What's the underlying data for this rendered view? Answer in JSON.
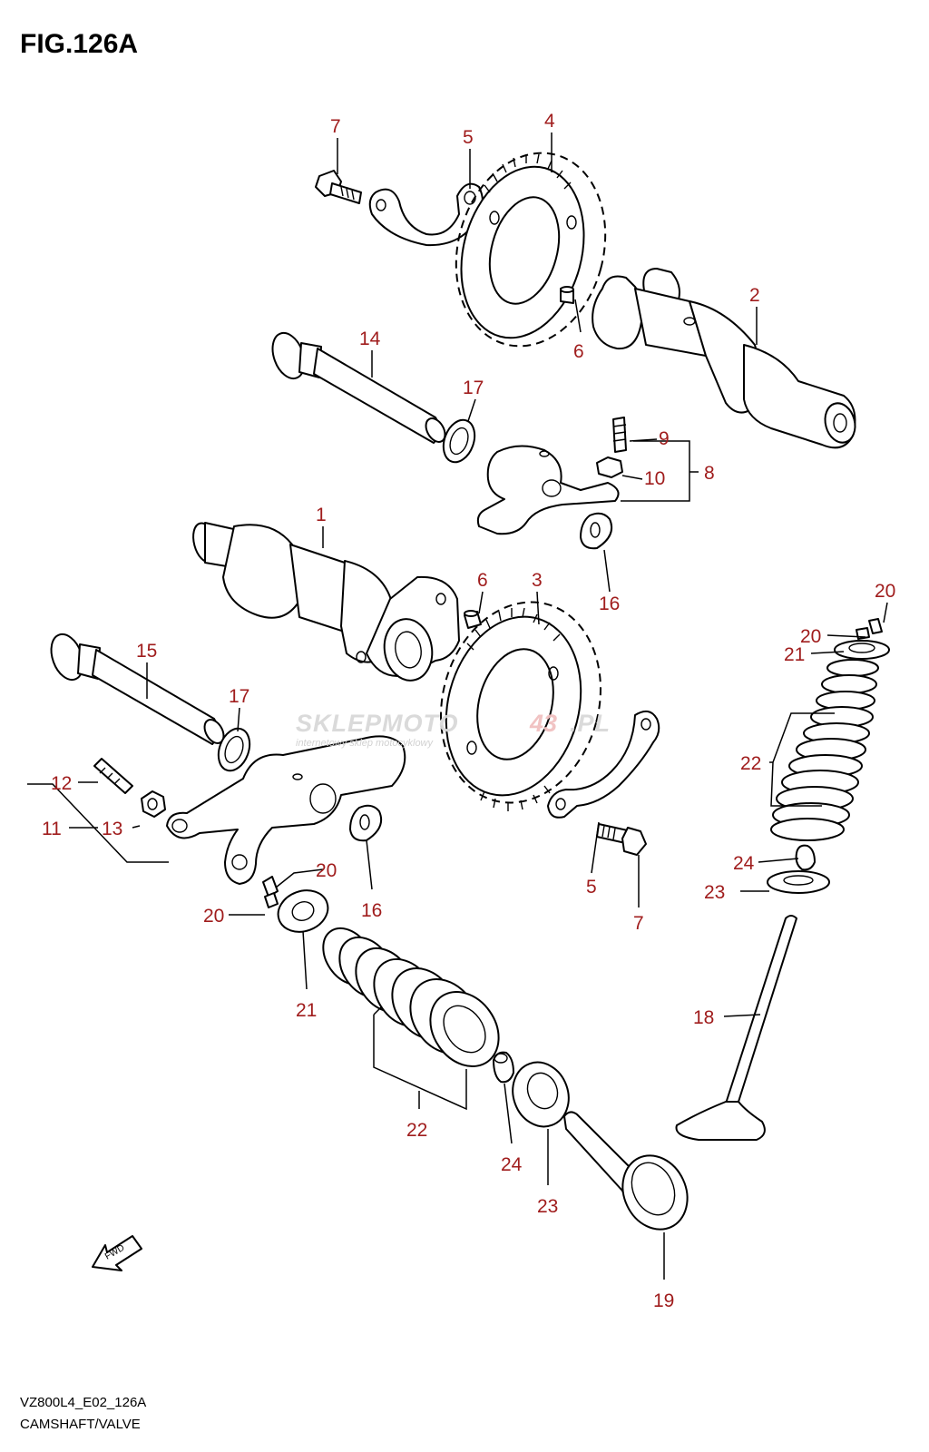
{
  "figure": {
    "title": "FIG.126A",
    "model_code": "VZ800L4_E02_126A",
    "caption": "CAMSHAFT/VALVE"
  },
  "watermark": {
    "brand_left": "SKLEPMOTO",
    "brand_mid": "43",
    "brand_right": ".PL",
    "tagline": "internetowy sklep motocyklowy"
  },
  "direction_marker": "FWD",
  "callouts": {
    "c1": "1",
    "c2": "2",
    "c3": "3",
    "c4": "4",
    "c5a": "5",
    "c5b": "5",
    "c6a": "6",
    "c6b": "6",
    "c7a": "7",
    "c7b": "7",
    "c8": "8",
    "c9": "9",
    "c10": "10",
    "c11": "11",
    "c12": "12",
    "c13": "13",
    "c14": "14",
    "c15": "15",
    "c16a": "16",
    "c16b": "16",
    "c17a": "17",
    "c17b": "17",
    "c18": "18",
    "c19": "19",
    "c20a": "20",
    "c20b": "20",
    "c20c": "20",
    "c20d": "20",
    "c21a": "21",
    "c21b": "21",
    "c22a": "22",
    "c22b": "22",
    "c23a": "23",
    "c23b": "23",
    "c24a": "24",
    "c24b": "24"
  },
  "colors": {
    "callout": "#a01d1d",
    "line": "#000000",
    "watermark_red": "#e05050"
  }
}
